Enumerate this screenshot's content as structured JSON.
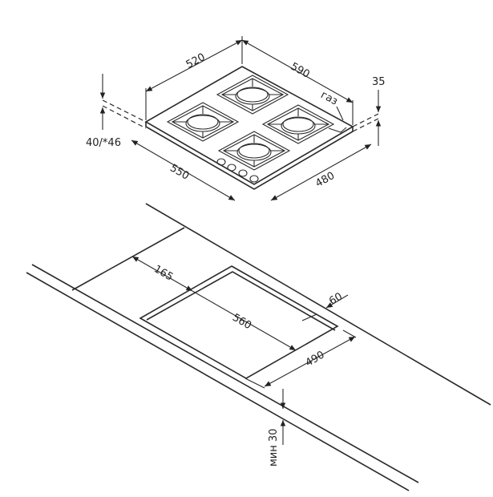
{
  "hob": {
    "width_label": "520",
    "depth_label": "590",
    "height_label": "35",
    "gas_label": "газ",
    "side_label": "40/*46",
    "front_width_label": "550",
    "front_depth_label": "480"
  },
  "cutout": {
    "offset_label": "165",
    "length_label": "560",
    "back_offset_label": "60",
    "width_label": "490",
    "min_label": "мин 30"
  }
}
